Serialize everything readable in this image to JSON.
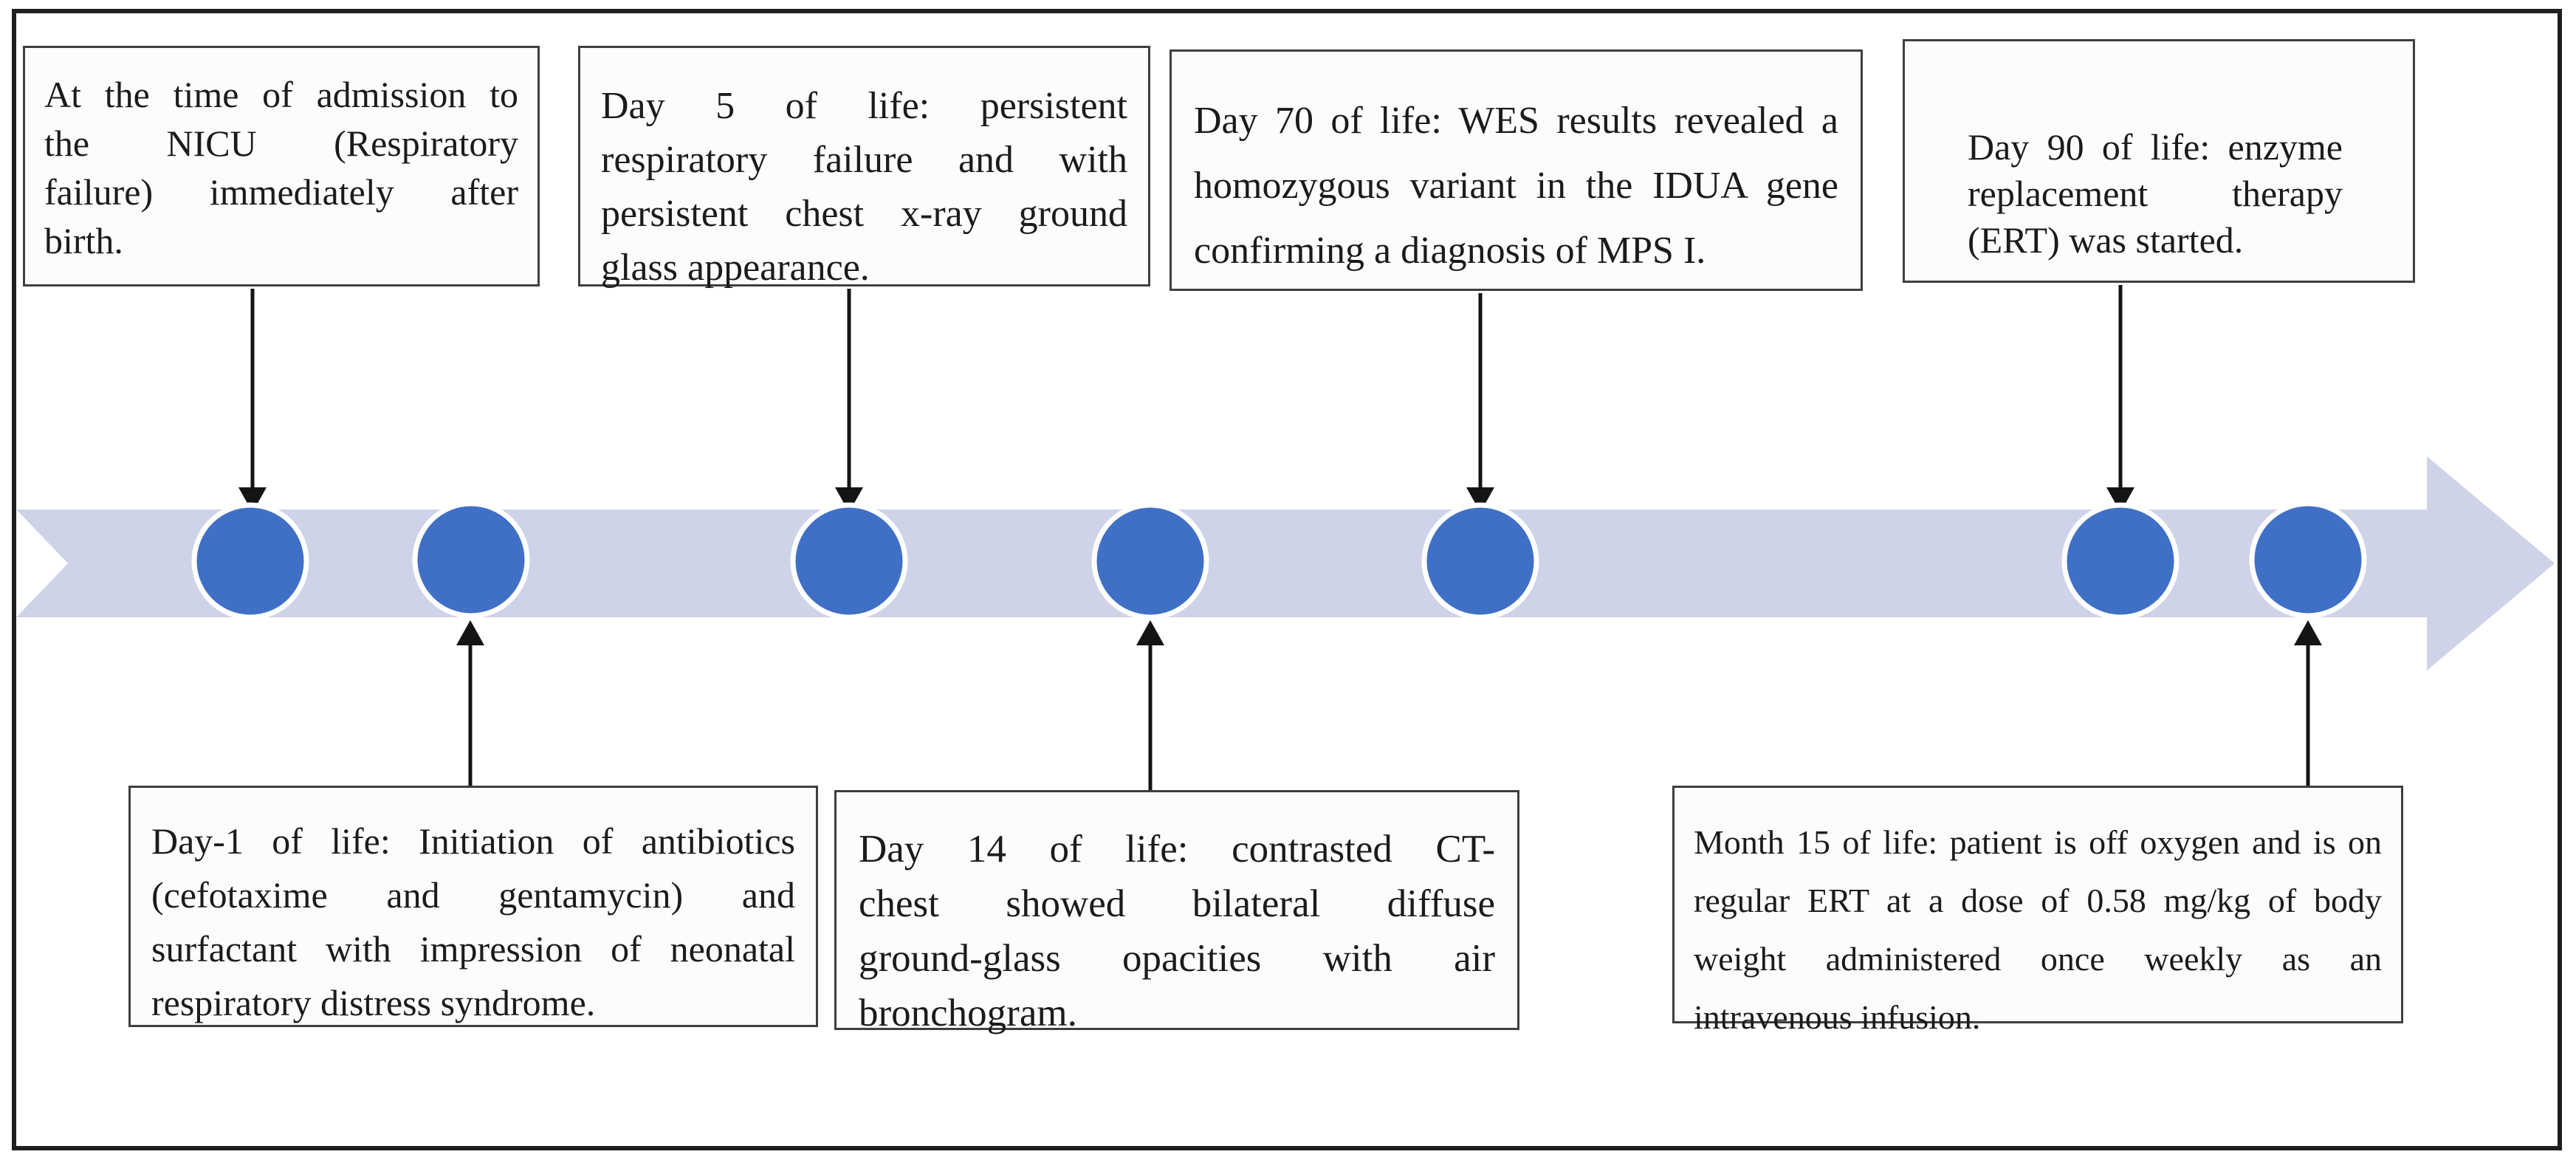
{
  "figure": {
    "type": "patient-clinical-timeline",
    "direction": "left-to-right",
    "dot_count": 7
  },
  "colors": {
    "background": "#FFFFFF",
    "frame_border": "#1F1F1F",
    "band": "#CED3E8",
    "dot": "#4070C6",
    "dot_ring": "#FFFFFF",
    "connector": "#141414",
    "box_border": "#3F3F3F",
    "text": "#1B1B1B"
  },
  "events": [
    {
      "id": "nicu-admission",
      "position": "above",
      "dot_index": 1,
      "text": "At the time of admission to the NICU (Respiratory failure) immediately after birth.",
      "lines": [
        "At the time of admission to",
        "the NICU (Respiratory",
        "failure) immediately after",
        "birth."
      ]
    },
    {
      "id": "day-1",
      "position": "below",
      "dot_index": 2,
      "text": "Day-1 of life: Initiation of antibiotics (cefotaxime and gentamycin) and surfactant with impression of neonatal respiratory distress syndrome.",
      "lines": [
        "Day-1 of life: Initiation of antibiotics",
        "(cefotaxime and gentamycin) and",
        "surfactant with impression of neonatal",
        "respiratory distress syndrome."
      ]
    },
    {
      "id": "day-5",
      "position": "above",
      "dot_index": 3,
      "text": "Day 5 of life: persistent respiratory failure and with persistent chest x-ray ground glass appearance.",
      "lines": [
        "Day 5 of life: persistent",
        "respiratory failure and with",
        "persistent chest x-ray ground",
        "glass appearance."
      ]
    },
    {
      "id": "day-14",
      "position": "below",
      "dot_index": 4,
      "text": "Day 14 of life: contrasted CT-chest showed bilateral diffuse ground-glass opacities with air bronchogram.",
      "lines": [
        "Day 14 of life: contrasted CT-",
        "chest showed bilateral diffuse",
        "ground-glass opacities with air",
        "bronchogram."
      ]
    },
    {
      "id": "day-70",
      "position": "above",
      "dot_index": 5,
      "text": "Day 70 of life: WES results revealed a homozygous variant in the IDUA gene confirming a diagnosis of MPS I.",
      "lines": [
        "Day 70 of life: WES results revealed a",
        "homozygous variant in the IDUA gene",
        "confirming a diagnosis of MPS I."
      ]
    },
    {
      "id": "day-90",
      "position": "above",
      "dot_index": 6,
      "text": "Day 90 of life: enzyme replacement therapy (ERT) was started.",
      "lines": [
        "Day 90 of life: enzyme",
        "replacement therapy",
        "(ERT) was started."
      ]
    },
    {
      "id": "month-15",
      "position": "below",
      "dot_index": 7,
      "text": "Month 15 of life: patient is off oxygen and is on regular ERT at a dose of 0.58 mg/kg of body weight administered once weekly as an intravenous infusion.",
      "lines": [
        "Month 15 of life: patient is off oxygen and is on",
        "regular ERT at a dose of 0.58 mg/kg of body",
        "weight administered once weekly as an",
        "intravenous infusion."
      ]
    }
  ]
}
